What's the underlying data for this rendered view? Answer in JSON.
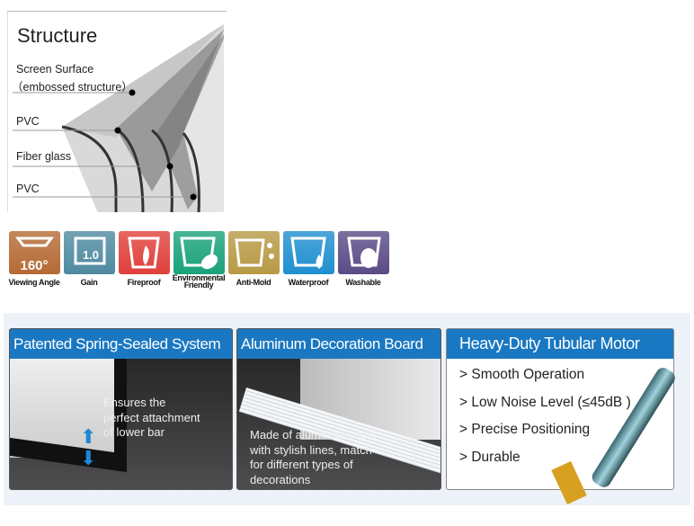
{
  "structure": {
    "title": "Structure",
    "labels": [
      "Screen Surface",
      "（embossed structure）",
      "PVC",
      "Fiber glass",
      "PVC"
    ]
  },
  "icons": [
    {
      "label": "Viewing Angle",
      "badge": "160°",
      "color": "#b56a35",
      "icon": "viewing-angle-icon"
    },
    {
      "label": "Gain",
      "badge": "1.0",
      "color": "#4f8aa0",
      "icon": "gain-icon"
    },
    {
      "label": "Fireproof",
      "color": "#e0403a",
      "icon": "fireproof-icon"
    },
    {
      "label": "Environmental Friendly",
      "color": "#1aa27a",
      "icon": "leaf-icon"
    },
    {
      "label": "Anti-Mold",
      "color": "#b79a45",
      "icon": "anti-mold-icon"
    },
    {
      "label": "Waterproof",
      "color": "#1f8fd0",
      "icon": "waterproof-icon"
    },
    {
      "label": "Washable",
      "color": "#5b4b86",
      "icon": "washable-icon"
    }
  ],
  "cards": [
    {
      "title": "Patented Spring-Sealed System",
      "text": [
        "Ensures the",
        "perfect attachment",
        "of lower bar"
      ]
    },
    {
      "title": "Aluminum Decoration Board",
      "text": [
        "Made of aluminum alloy",
        "with stylish lines, match",
        "for different types of",
        "decorations"
      ]
    },
    {
      "title": "Heavy-Duty Tubular Motor",
      "features": [
        "> Smooth Operation",
        "> Low Noise Level (≤45dB )",
        "> Precise Positioning",
        "> Durable"
      ]
    }
  ]
}
